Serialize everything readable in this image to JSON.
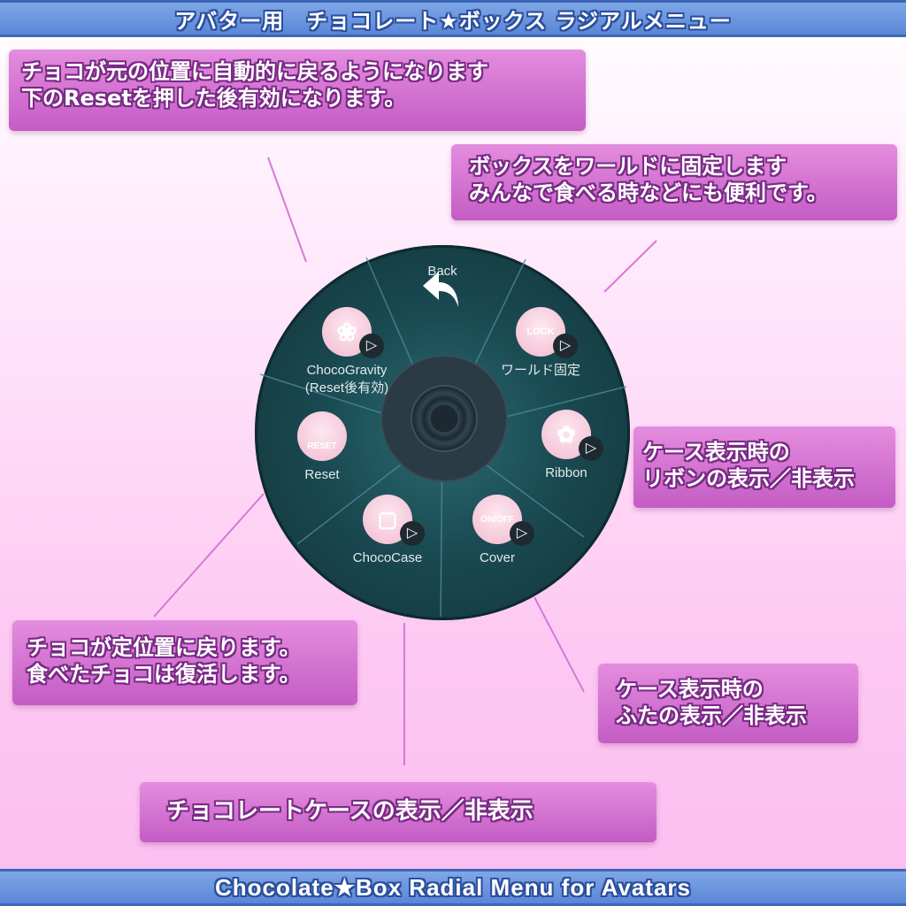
{
  "header": {
    "title": "アバター用　チョコレート★ボックス ラジアルメニュー"
  },
  "footer": {
    "title": "Chocolate★Box Radial Menu for Avatars"
  },
  "notes": {
    "gravity": [
      "チョコが元の位置に自動的に戻るようになります",
      "下のResetを押した後有効になります。"
    ],
    "world_lock": [
      "ボックスをワールドに固定します",
      "みんなで食べる時などにも便利です。"
    ],
    "ribbon": [
      "ケース表示時の",
      "リボンの表示／非表示"
    ],
    "reset": [
      "チョコが定位置に戻ります。",
      "食べたチョコは復活します。"
    ],
    "cover": [
      "ケース表示時の",
      "ふたの表示／非表示"
    ],
    "case": [
      "チョコレートケースの表示／非表示"
    ]
  },
  "radial_menu": {
    "back": {
      "label": "Back",
      "icon": "back-arrow-icon"
    },
    "world_lock": {
      "label": "ワールド固定",
      "icon_text": "LOCK",
      "icon": "lock-icon"
    },
    "ribbon": {
      "label": "Ribbon",
      "icon": "ribbon-icon"
    },
    "cover": {
      "label": "Cover",
      "icon_text": "ON/OFF",
      "icon": "on-off-icon"
    },
    "choco_case": {
      "label": "ChocoCase",
      "icon": "case-icon"
    },
    "reset": {
      "label": "Reset",
      "icon_text": "RESET",
      "icon": "reset-icon"
    },
    "choco_gravity": {
      "label": "ChocoGravity",
      "sublabel": "(Reset後有効)",
      "icon": "flower-icon"
    },
    "play_icon": "play-icon"
  },
  "colors": {
    "banner": "#5b86d6",
    "note_bg": "#c45cc4",
    "menu_bg": "#1a4a52",
    "icon_pink": "#f2b9cf"
  }
}
